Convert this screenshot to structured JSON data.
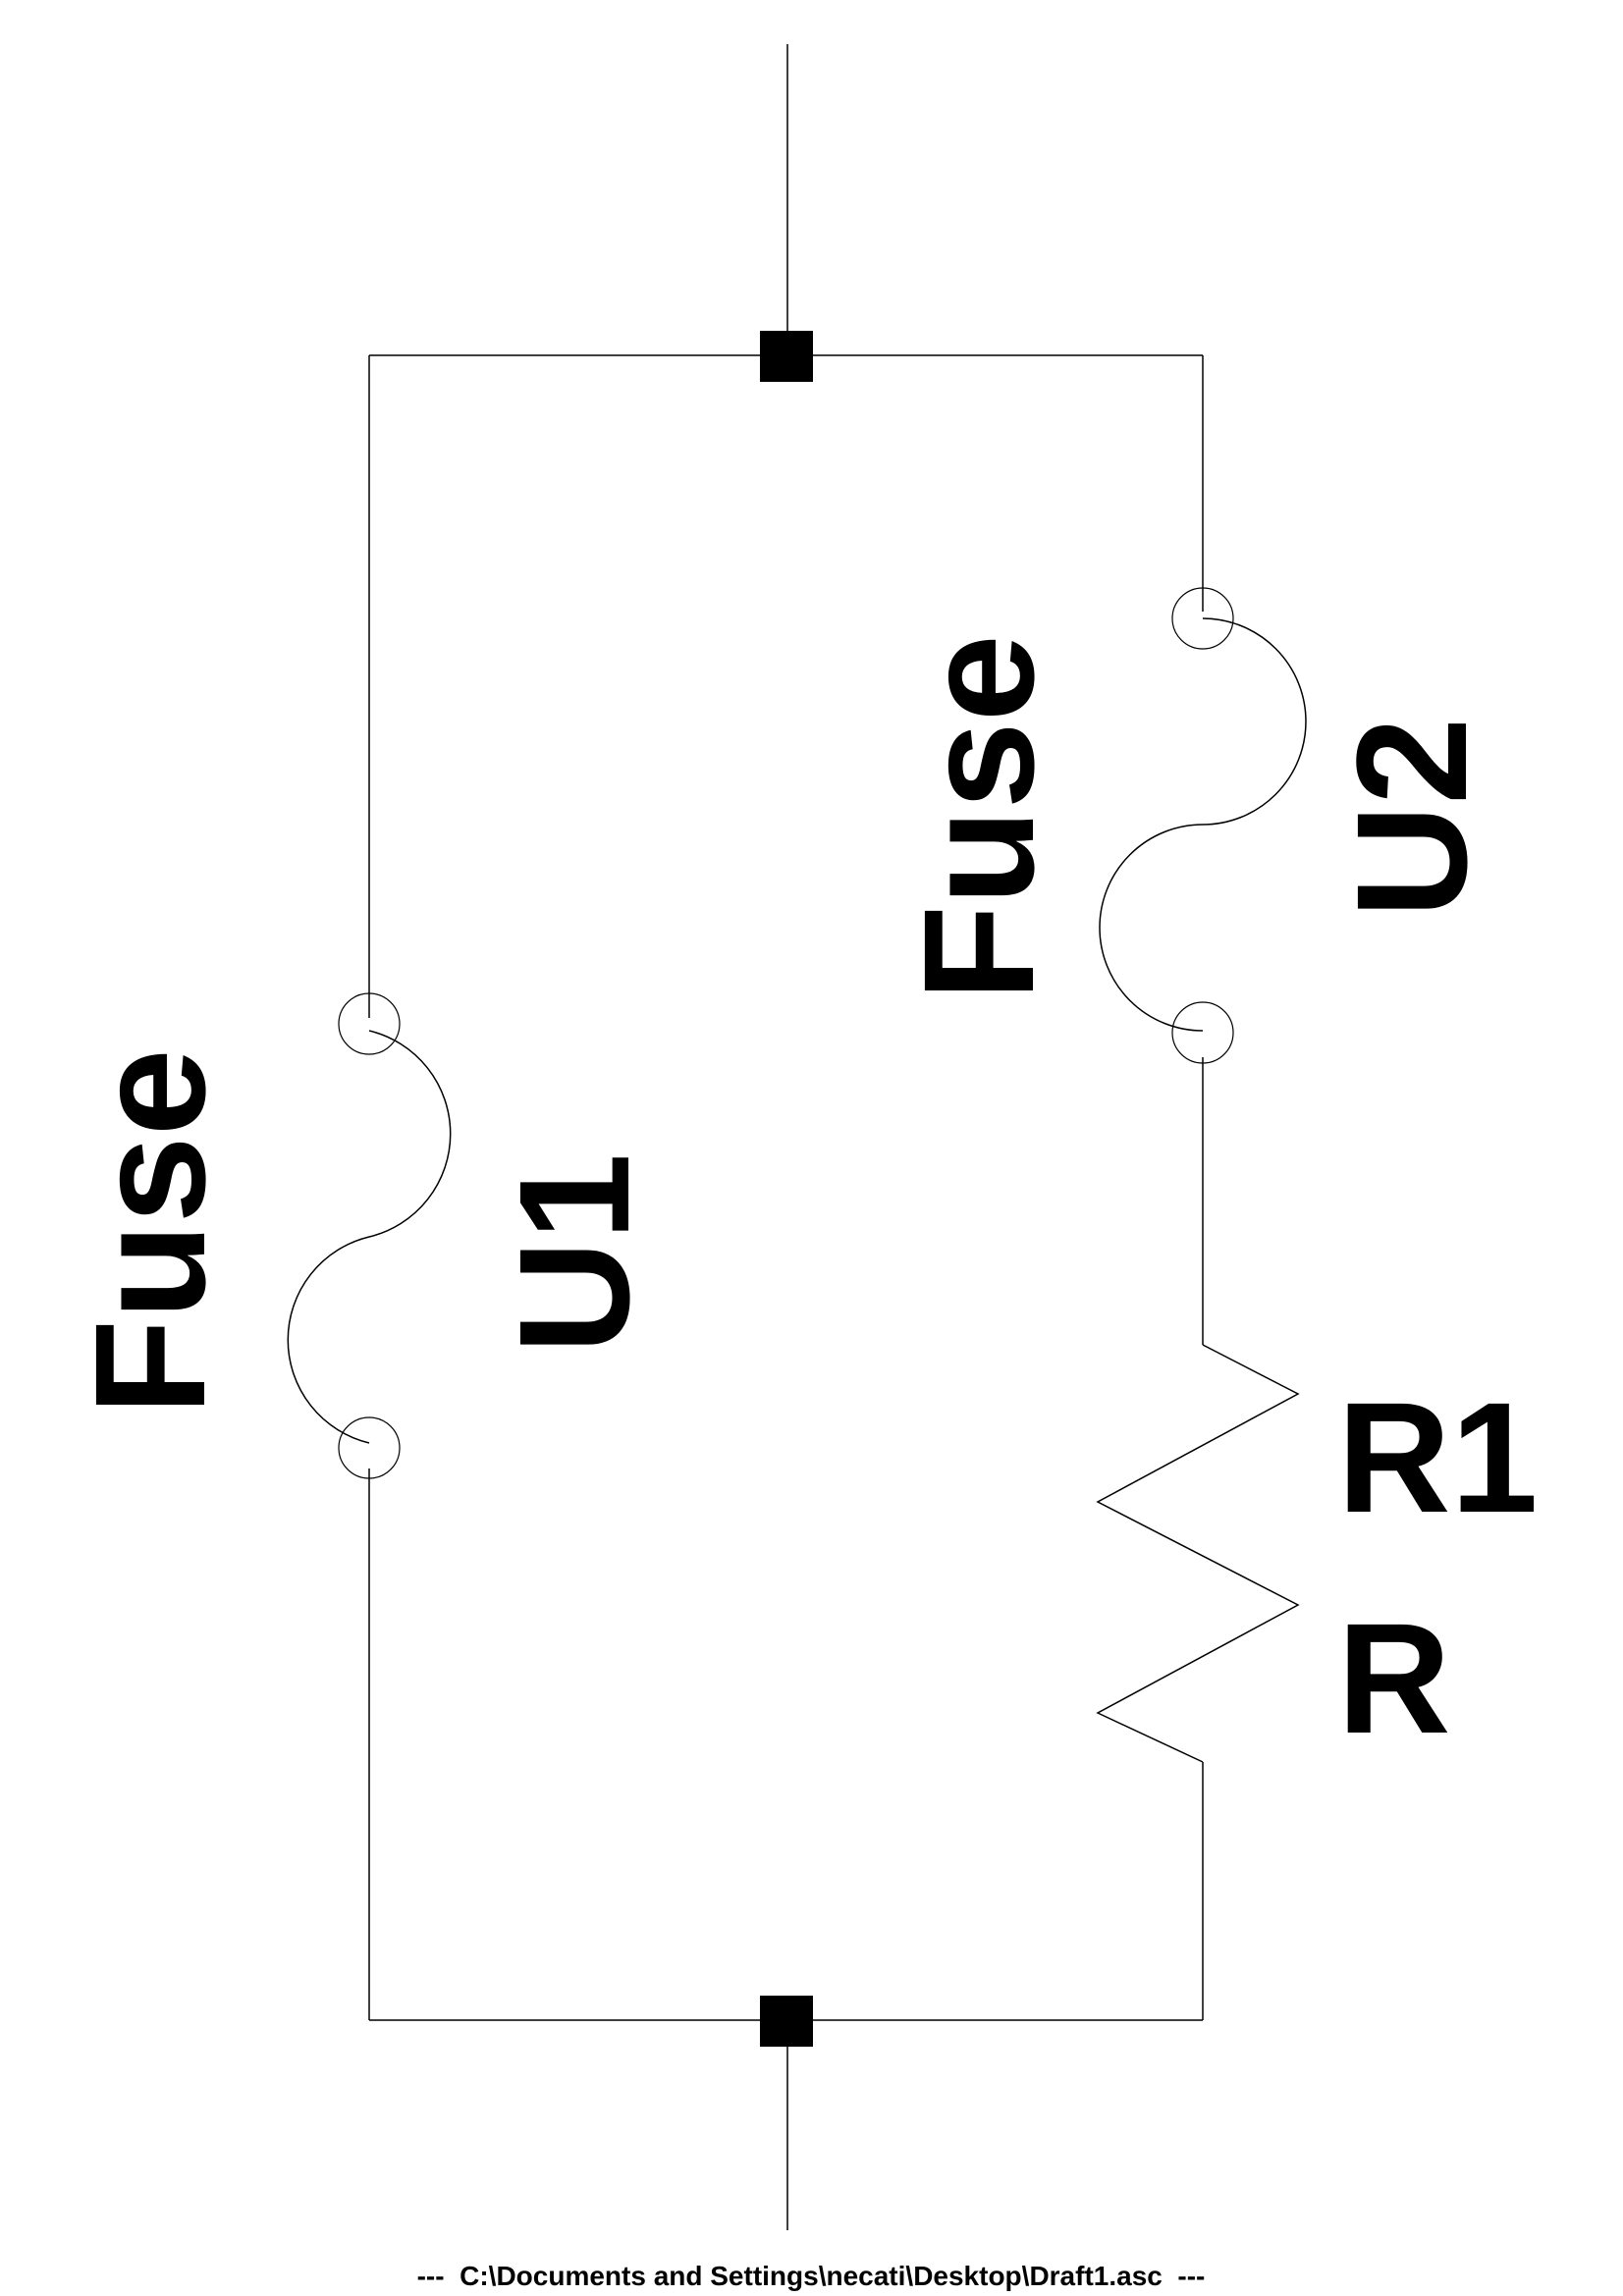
{
  "components": {
    "u1": {
      "type_label": "Fuse",
      "ref_label": "U1"
    },
    "u2": {
      "type_label": "Fuse",
      "ref_label": "U2"
    },
    "r1": {
      "ref_label": "R1",
      "value_label": "R"
    }
  },
  "footer": {
    "text": "---  C:\\Documents and Settings\\necati\\Desktop\\Draft1.asc  ---"
  }
}
